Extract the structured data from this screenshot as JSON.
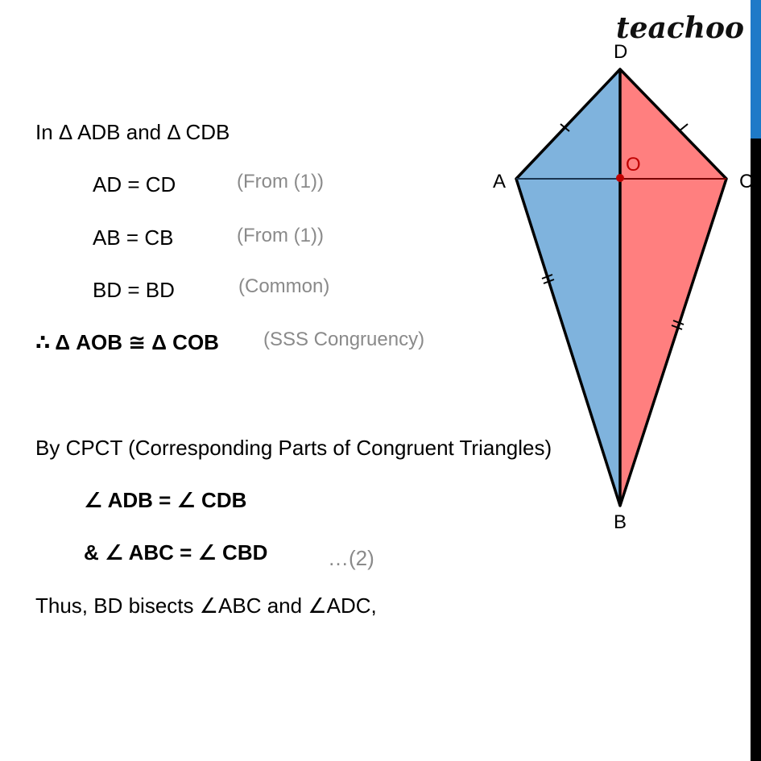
{
  "logo": "teachoo",
  "colors": {
    "blue_fill": "#7fb3dd",
    "red_fill": "#ff7f7f",
    "accent_bar": "#1e7ac8",
    "reason_gray": "#8a8a8a",
    "point_o": "#c00000"
  },
  "diagram": {
    "labels": {
      "A": "A",
      "B": "B",
      "C": "C",
      "D": "D",
      "O": "O"
    }
  },
  "proof": {
    "heading": "In Δ ADB and Δ CDB",
    "steps": [
      {
        "statement": "AD = CD",
        "reason": "(From (1))"
      },
      {
        "statement": "AB = CB",
        "reason": "(From (1))"
      },
      {
        "statement": "BD = BD",
        "reason": "(Common)"
      }
    ],
    "conclusion": "∴ Δ AOB  ≅ Δ COB",
    "conclusion_reason": "(SSS Congruency)",
    "cpct_line": "By CPCT (Corresponding Parts of Congruent Triangles)",
    "result1": "∠ ADB = ∠ CDB",
    "result2": "& ∠ ABC = ∠ CBD",
    "result2_ref": "…(2)",
    "final": "Thus, BD bisects  ∠ABC and ∠ADC,"
  }
}
